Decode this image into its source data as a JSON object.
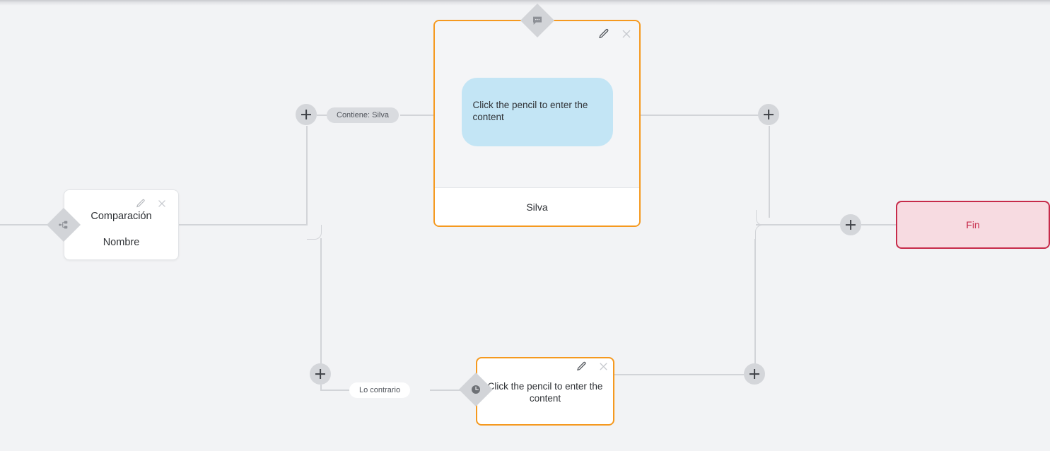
{
  "canvas": {
    "background": "#f2f3f5",
    "connector_color": "#d2d4d8",
    "accent_orange": "#f5991f",
    "end_node_color": "#c62b4a",
    "bubble_color": "#c3e5f5"
  },
  "nodes": {
    "comparison": {
      "title": "Comparación",
      "subtitle": "Nombre",
      "badge_icon": "branch-split-icon",
      "edit_icon": "pencil-icon",
      "close_icon": "close-icon"
    },
    "message_card": {
      "badge_icon": "speech-bubble-icon",
      "bubble_text": "Click the pencil to enter the content",
      "footer_label": "Silva",
      "edit_icon": "pencil-icon",
      "close_icon": "close-icon"
    },
    "delay_card": {
      "badge_icon": "clock-icon",
      "text": "Click the pencil to enter the content",
      "edit_icon": "pencil-icon",
      "close_icon": "close-icon"
    },
    "end_node": {
      "label": "Fin"
    }
  },
  "branch_labels": {
    "true_branch": "Contiene: Silva",
    "false_branch": "Lo contrario"
  },
  "add_buttons": [
    {
      "name": "add-node-true-branch"
    },
    {
      "name": "add-node-after-message"
    },
    {
      "name": "add-node-before-end"
    },
    {
      "name": "add-node-false-branch"
    },
    {
      "name": "add-node-after-delay"
    }
  ]
}
